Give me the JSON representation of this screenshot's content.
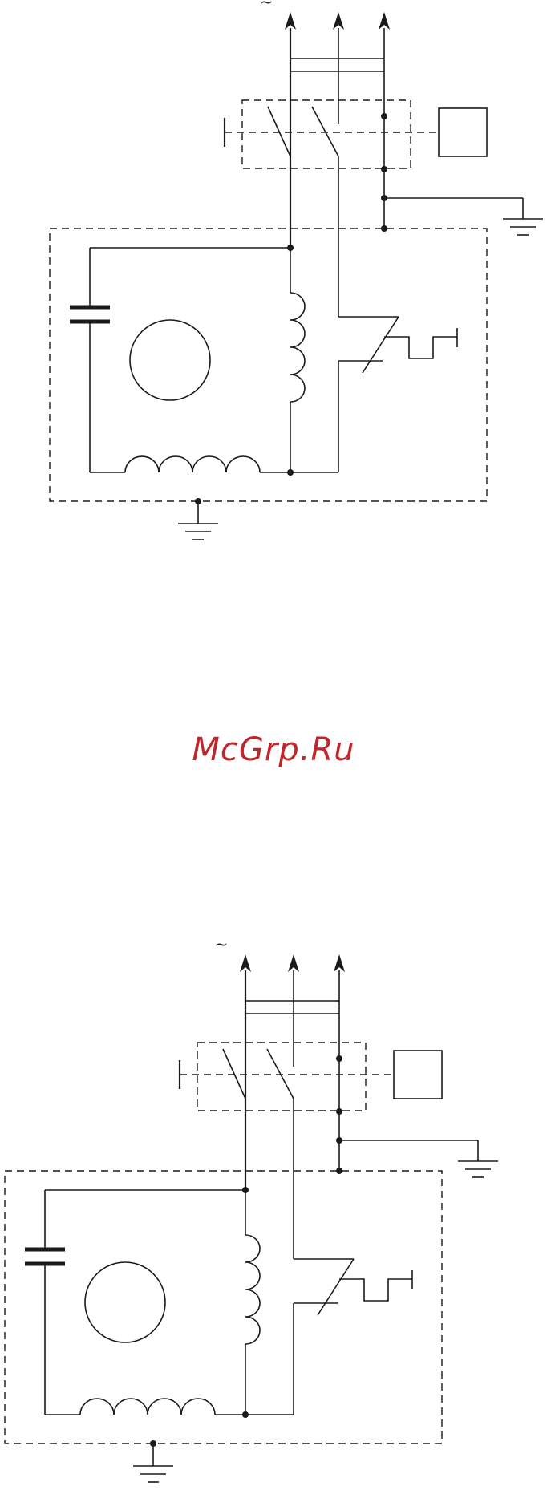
{
  "diagrams": [
    {
      "id": "top",
      "supply_symbol": "~"
    },
    {
      "id": "bottom",
      "supply_symbol": "~"
    }
  ],
  "watermark": {
    "text": "McGrp.Ru",
    "color": "#c0272d"
  }
}
